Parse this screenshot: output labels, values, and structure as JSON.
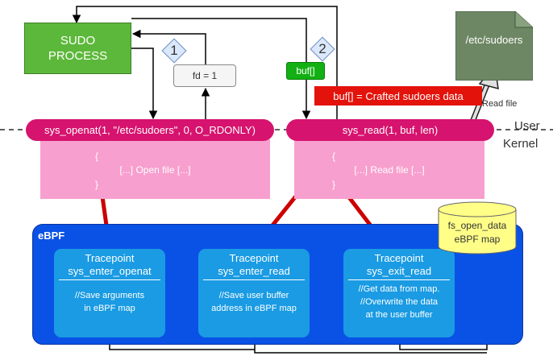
{
  "sudo_process": {
    "line1": "SUDO",
    "line2": "PROCESS"
  },
  "sudoers_file": {
    "label": "/etc/sudoers"
  },
  "fd_result": {
    "label": "fd = 1"
  },
  "step_badges": [
    "1",
    "2"
  ],
  "buf_tag": {
    "label": "buf[]"
  },
  "crafted_note": {
    "label": "buf[] = Crafted sudoers data"
  },
  "read_file_label": "Read file",
  "boundary": {
    "user": "User",
    "kernel": "Kernel"
  },
  "syscalls": [
    {
      "label": "sys_openat(1, \"/etc/sudoers\", 0, O_RDONLY)",
      "open_brace": "{",
      "body": "[...] Open file [...]",
      "close_brace": "}"
    },
    {
      "label": "sys_read(1, buf, len)",
      "open_brace": "{",
      "body": "[...] Read file [...]",
      "close_brace": "}"
    }
  ],
  "ebpf": {
    "label": "eBPF"
  },
  "tracepoints": [
    {
      "title_line1": "Tracepoint",
      "title_line2": "sys_enter_openat",
      "desc_line1": "//Save arguments",
      "desc_line2": "in eBPF map",
      "desc_line3": ""
    },
    {
      "title_line1": "Tracepoint",
      "title_line2": "sys_enter_read",
      "desc_line1": "//Save user buffer",
      "desc_line2": "address in eBPF map",
      "desc_line3": ""
    },
    {
      "title_line1": "Tracepoint",
      "title_line2": "sys_exit_read",
      "desc_line1": "//Get data from map.",
      "desc_line2": "//Overwrite the data",
      "desc_line3": "at the user buffer"
    }
  ],
  "ebpf_map": {
    "line1": "fs_open_data",
    "line2": "eBPF map"
  },
  "colors": {
    "sudo_green": "#5cb83a",
    "syscall_magenta": "#d6136e",
    "syscall_body_pink": "#f79fce",
    "ebpf_blue": "#0a52e6",
    "tracepoint_blue": "#1a9be3",
    "alert_red": "#e3120b",
    "map_yellow": "#ffff88",
    "file_green": "#6d8764"
  }
}
